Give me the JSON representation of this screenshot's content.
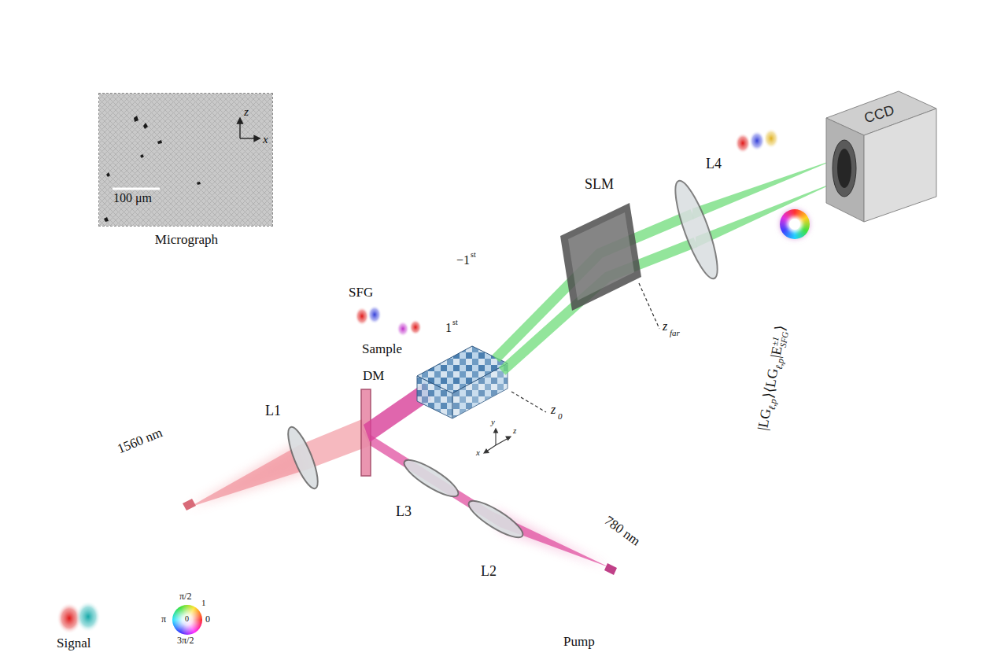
{
  "diagram": {
    "nodes": [
      {
        "text": [
          "100 μm",
          "Micrograph"
        ]
      },
      {
        "text": [
          "CCD"
        ]
      }
    ],
    "labels": [
      "z",
      "x",
      "L4",
      "SLM",
      "z",
      "far",
      "SFG",
      "−1",
      "st",
      "1",
      "st",
      "Sample",
      "DM",
      "y",
      "z",
      "x",
      "z",
      "0",
      "L1",
      "1560 nm",
      "L3",
      "L2",
      "780 nm",
      "Signal",
      "Pump",
      "π/2",
      "π",
      "0",
      "1",
      "3π/2",
      "0",
      "|LG",
      "ℓ,p",
      "⟩⟨LG",
      "ℓ,p",
      "|E",
      "±1",
      "SFG",
      "⟩"
    ]
  }
}
